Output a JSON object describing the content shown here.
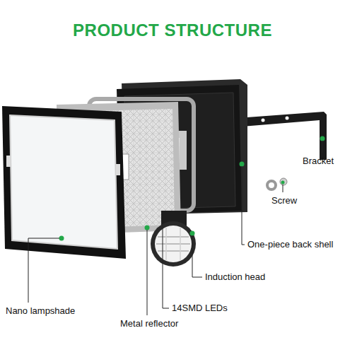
{
  "diagram": {
    "title": "PRODUCT STRUCTURE",
    "labels": [
      "Bracket",
      "Screw",
      "One-piece back shell",
      "Induction head",
      "14SMD LEDs",
      "Nano lampshade",
      "Metal reflector"
    ]
  }
}
